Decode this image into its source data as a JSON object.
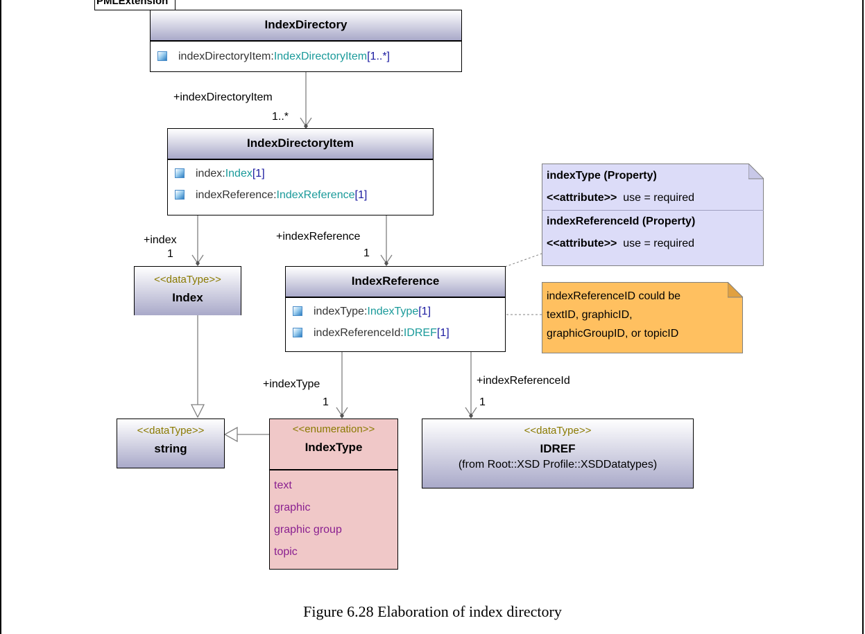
{
  "package": {
    "name": "PMLExtension"
  },
  "classes": {
    "index_directory": {
      "name": "IndexDirectory",
      "attributes": [
        {
          "name": "indexDirectoryItem",
          "type": "IndexDirectoryItem",
          "mult": "[1..*]"
        }
      ]
    },
    "index_directory_item": {
      "name": "IndexDirectoryItem",
      "attributes": [
        {
          "name": "index",
          "type": "Index",
          "mult": "[1]"
        },
        {
          "name": "indexReference",
          "type": "IndexReference",
          "mult": "[1]"
        }
      ]
    },
    "index_reference": {
      "name": "IndexReference",
      "attributes": [
        {
          "name": "indexType",
          "type": "IndexType",
          "mult": "[1]"
        },
        {
          "name": "indexReferenceId",
          "type": "IDREF",
          "mult": "[1]"
        }
      ]
    },
    "index": {
      "stereotype": "<<dataType>>",
      "name": "Index"
    },
    "string": {
      "stereotype": "<<dataType>>",
      "name": "string"
    },
    "index_type": {
      "stereotype": "<<enumeration>>",
      "name": "IndexType",
      "literals": [
        "text",
        "graphic",
        "graphic group",
        "topic"
      ]
    },
    "idref": {
      "stereotype": "<<dataType>>",
      "name": "IDREF",
      "origin": "(from Root::XSD Profile::XSDDatatypes)"
    }
  },
  "associations": {
    "dir_to_item": {
      "role": "+indexDirectoryItem",
      "mult": "1..*"
    },
    "item_to_index": {
      "role": "+index",
      "mult": "1"
    },
    "item_to_ref": {
      "role": "+indexReference",
      "mult": "1"
    },
    "ref_to_type": {
      "role": "+indexType",
      "mult": "1"
    },
    "ref_to_idref": {
      "role": "+indexReferenceId",
      "mult": "1"
    }
  },
  "notes": {
    "property_note": {
      "row1_title": "indexType (Property)",
      "row1_tag": "<<attribute>>",
      "row1_value": "use = required",
      "row2_title": "indexReferenceId (Property)",
      "row2_tag": "<<attribute>>",
      "row2_value": "use = required",
      "color": "#dcdcf8"
    },
    "comment_note": {
      "lines": [
        "indexReferenceID could be",
        "textID, graphicID,",
        "graphicGroupID, or topicID"
      ],
      "color": "#ffc060"
    }
  },
  "caption": "Figure 6.28 Elaboration of index directory"
}
